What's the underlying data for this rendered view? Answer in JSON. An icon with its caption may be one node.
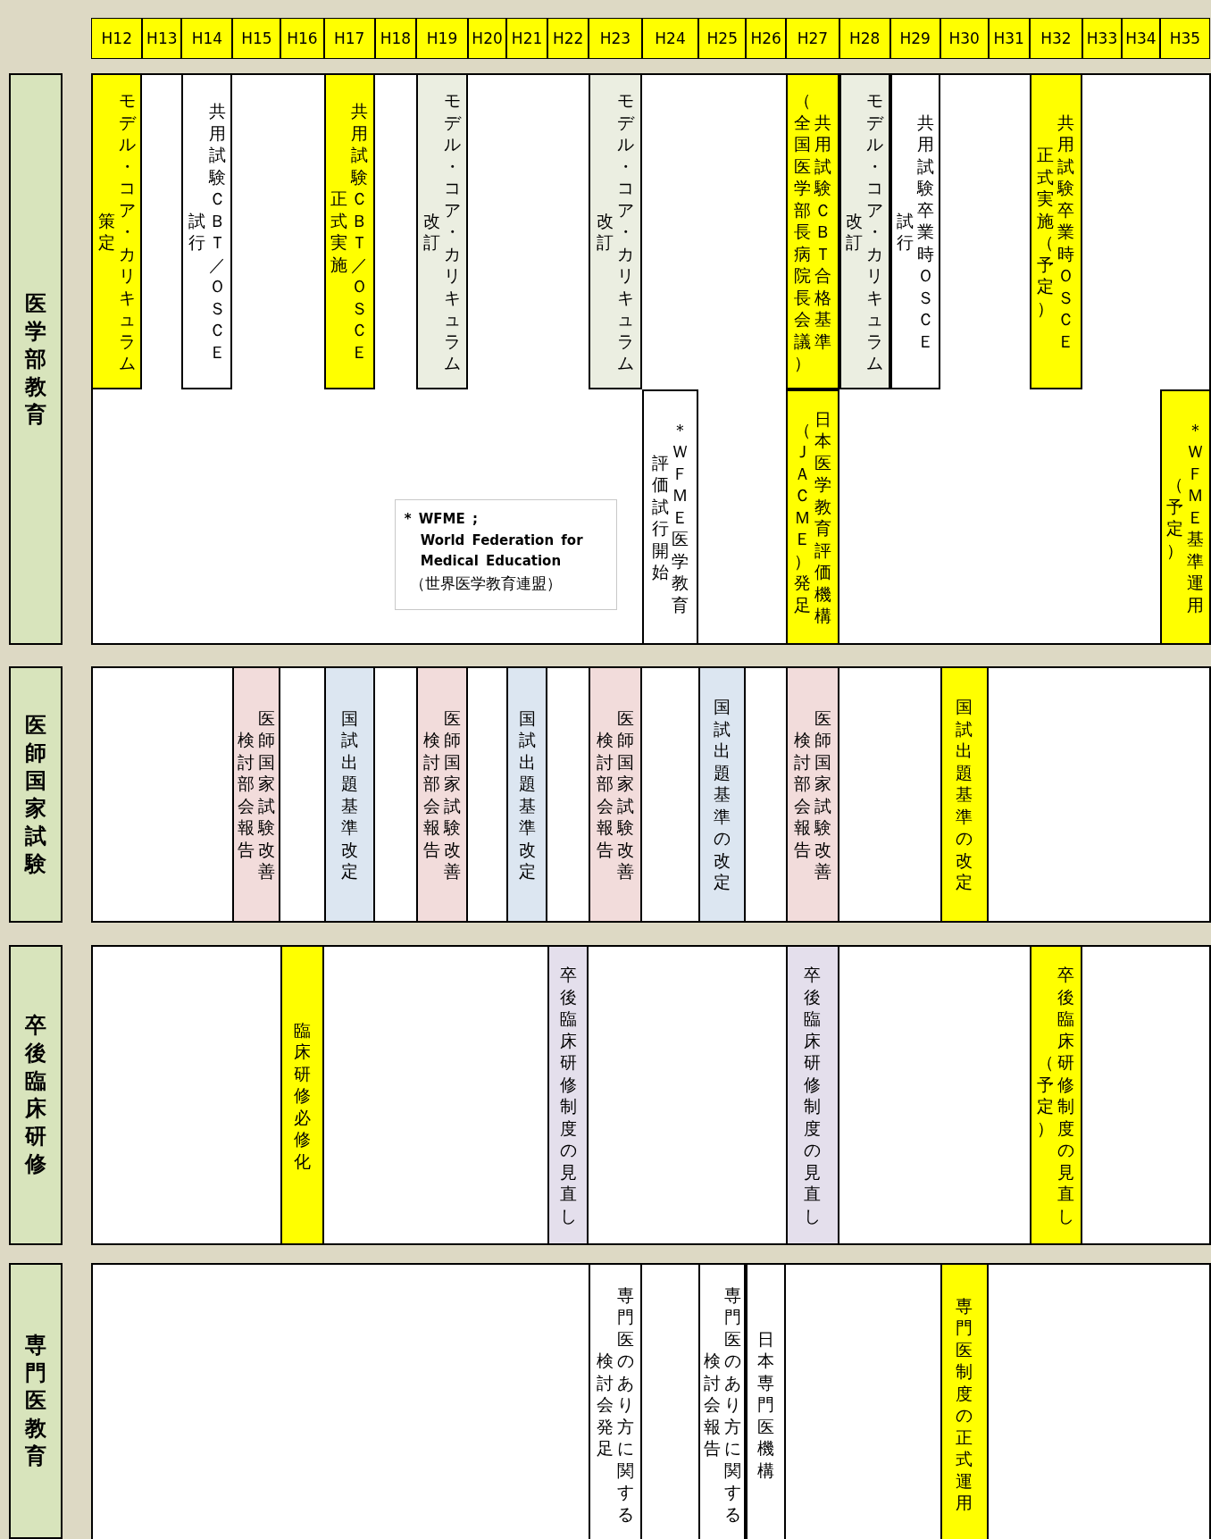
{
  "diagram": {
    "nodes": [
      {
        "text": [
          "H12"
        ]
      },
      {
        "text": [
          "H13"
        ]
      },
      {
        "text": [
          "H14"
        ]
      },
      {
        "text": [
          "H15"
        ]
      },
      {
        "text": [
          "H16"
        ]
      },
      {
        "text": [
          "H17"
        ]
      },
      {
        "text": [
          "H18"
        ]
      },
      {
        "text": [
          "H19"
        ]
      },
      {
        "text": [
          "H20"
        ]
      },
      {
        "text": [
          "H21"
        ]
      },
      {
        "text": [
          "H22"
        ]
      },
      {
        "text": [
          "H23"
        ]
      },
      {
        "text": [
          "H24"
        ]
      },
      {
        "text": [
          "H25"
        ]
      },
      {
        "text": [
          "H26"
        ]
      },
      {
        "text": [
          "H27"
        ]
      },
      {
        "text": [
          "H28"
        ]
      },
      {
        "text": [
          "H29"
        ]
      },
      {
        "text": [
          "H30"
        ]
      },
      {
        "text": [
          "H31"
        ]
      },
      {
        "text": [
          "H32"
        ]
      },
      {
        "text": [
          "H33"
        ]
      },
      {
        "text": [
          "H34"
        ]
      },
      {
        "text": [
          "H35"
        ]
      },
      {
        "text": [
          "医学部教育"
        ]
      },
      {
        "text": [],
        "shape": "box"
      },
      {
        "text": [
          "策定",
          "モデル・コア・カリキュラム"
        ],
        "in": 25
      },
      {
        "text": [
          "試行",
          "共用試験ＣＢＴ／ＯＳＣＥ"
        ],
        "in": 25
      },
      {
        "text": [
          "正式実施",
          "共用試験ＣＢＴ／ＯＳＣＥ"
        ],
        "in": 25
      },
      {
        "text": [
          "改訂",
          "モデル・コア・カリキュラム"
        ],
        "in": 25
      },
      {
        "text": [
          "改訂",
          "モデル・コア・カリキュラム"
        ],
        "in": 25
      },
      {
        "text": [
          "（全国医学部長病院長会議）",
          "共用試験ＣＢＴ合格基準"
        ],
        "in": 25
      },
      {
        "text": [
          "改訂",
          "モデル・コア・カリキュラム"
        ],
        "in": 25
      },
      {
        "text": [
          "試行",
          "共用試験卒業時ＯＳＣＥ"
        ],
        "in": 25
      },
      {
        "text": [
          "正式実施（予定）",
          "共用試験卒業時ＯＳＣＥ"
        ],
        "in": 25
      },
      {
        "text": [
          "評価試行開始",
          "＊ＷＦＭＥ医学教育"
        ],
        "in": 25
      },
      {
        "text": [
          "（ＪＡＣＭＥ）発足",
          "日本医学教育評価機構"
        ],
        "in": 25
      },
      {
        "text": [
          "（予定）",
          "＊ＷＦＭＥ基準運用"
        ],
        "in": 25
      },
      {
        "text": [
          "*  WFME ;",
          "World Federation for Medical Education",
          "（世界医学教育連盟）"
        ],
        "in": 25
      },
      {
        "text": [
          "医師国家試験"
        ]
      },
      {
        "text": [],
        "shape": "box"
      },
      {
        "text": [
          "検討部会報告",
          "医師国家試験改善"
        ],
        "in": 40
      },
      {
        "text": [
          "国試出題基準改定"
        ],
        "in": 40
      },
      {
        "text": [
          "検討部会報告",
          "医師国家試験改善"
        ],
        "in": 40
      },
      {
        "text": [
          "国試出題基準改定"
        ],
        "in": 40
      },
      {
        "text": [
          "検討部会報告",
          "医師国家試験改善"
        ],
        "in": 40
      },
      {
        "text": [
          "国試出題基準の改定"
        ],
        "in": 40
      },
      {
        "text": [
          "検討部会報告",
          "医師国家試験改善"
        ],
        "in": 40
      },
      {
        "text": [
          "国試出題基準の改定"
        ],
        "in": 40
      },
      {
        "text": [
          "卒後臨床研修"
        ]
      },
      {
        "text": [],
        "shape": "box"
      },
      {
        "text": [
          "臨床研修必修化"
        ],
        "in": 50
      },
      {
        "text": [
          "卒後臨床研修制度の見直し"
        ],
        "in": 50
      },
      {
        "text": [
          "卒後臨床研修制度の見直し"
        ],
        "in": 50
      },
      {
        "text": [
          "（予定）",
          "卒後臨床研修制度の見直し"
        ],
        "in": 50
      },
      {
        "text": [
          "専門医教育"
        ]
      },
      {
        "text": [],
        "shape": "box"
      },
      {
        "text": [
          "検討会発足",
          "専門医のあり方に関する"
        ],
        "in": 56
      },
      {
        "text": [
          "検討会報告",
          "専門医のあり方に関する"
        ],
        "in": 56
      },
      {
        "text": [
          "日本専門医機構"
        ],
        "in": 56
      },
      {
        "text": [
          "専門医制度の正式運用"
        ],
        "in": 56
      }
    ]
  }
}
